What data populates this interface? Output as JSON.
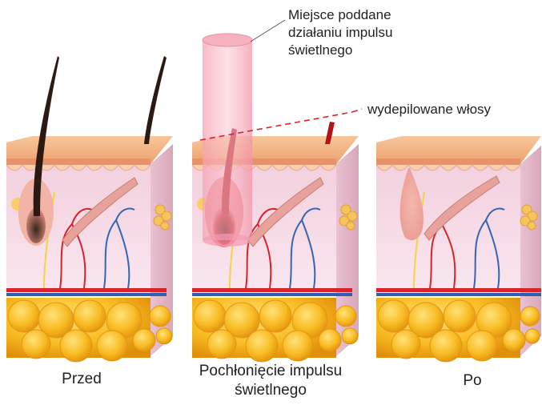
{
  "annotations": {
    "treated_area": [
      "Miejsce poddane",
      "działaniu impulsu",
      "świetlnego"
    ],
    "removed_hair": "wydepilowane włosy"
  },
  "captions": {
    "before": "Przed",
    "absorption": [
      "Pochłonięcie impulsu",
      "świetlnego"
    ],
    "after": "Po"
  },
  "colors": {
    "epidermis": "#f4b98c",
    "dermis": "#f6dbe6",
    "fat": "#f6b81f",
    "artery": "#d9232a",
    "vein": "#2f5fb0",
    "light_beam": "#f08aa0",
    "dark_hair": "#2b1a12",
    "red_hair": "#b3121b"
  },
  "icons": [
    "skin-block-before",
    "skin-block-absorption",
    "skin-block-after",
    "light-beam",
    "hair-follicle"
  ]
}
